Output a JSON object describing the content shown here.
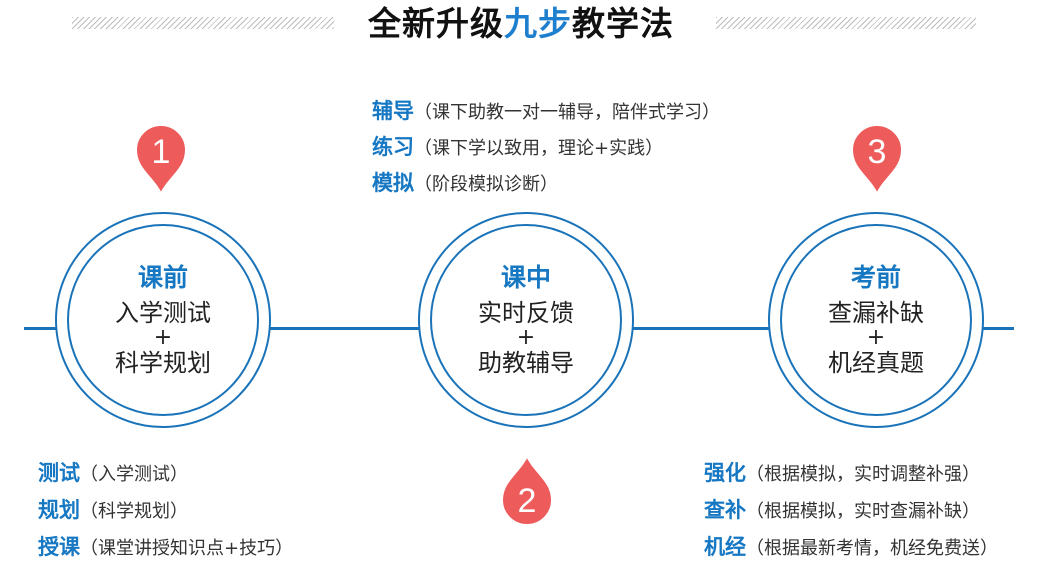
{
  "title": {
    "part1": "全新升级",
    "highlight": "九步",
    "part2": "教学法"
  },
  "colors": {
    "accent": "#1f7fcf",
    "circle_stroke": "#1a73b8",
    "marker": "#ee5b5b"
  },
  "markers": [
    {
      "label": "1",
      "icon": "map-pin-icon"
    },
    {
      "label": "2",
      "icon": "map-pin-icon"
    },
    {
      "label": "3",
      "icon": "map-pin-icon"
    }
  ],
  "stages": [
    {
      "title": "课前",
      "line1": "入学测试",
      "plus": "+",
      "line2": "科学规划"
    },
    {
      "title": "课中",
      "line1": "实时反馈",
      "plus": "+",
      "line2": "助教辅导"
    },
    {
      "title": "考前",
      "line1": "查漏补缺",
      "plus": "+",
      "line2": "机经真题"
    }
  ],
  "notes": {
    "top": [
      {
        "key": "辅导",
        "desc": "（课下助教一对一辅导，陪伴式学习）"
      },
      {
        "key": "练习",
        "desc": "（课下学以致用，理论+实践）"
      },
      {
        "key": "模拟",
        "desc": "（阶段模拟诊断）"
      }
    ],
    "left": [
      {
        "key": "测试",
        "desc": "（入学测试）"
      },
      {
        "key": "规划",
        "desc": "（科学规划）"
      },
      {
        "key": "授课",
        "desc": "（课堂讲授知识点+技巧）"
      }
    ],
    "right": [
      {
        "key": "强化",
        "desc": "（根据模拟，实时调整补强）"
      },
      {
        "key": "查补",
        "desc": "（根据模拟，实时查漏补缺）"
      },
      {
        "key": "机经",
        "desc": "（根据最新考情，机经免费送）"
      }
    ]
  }
}
